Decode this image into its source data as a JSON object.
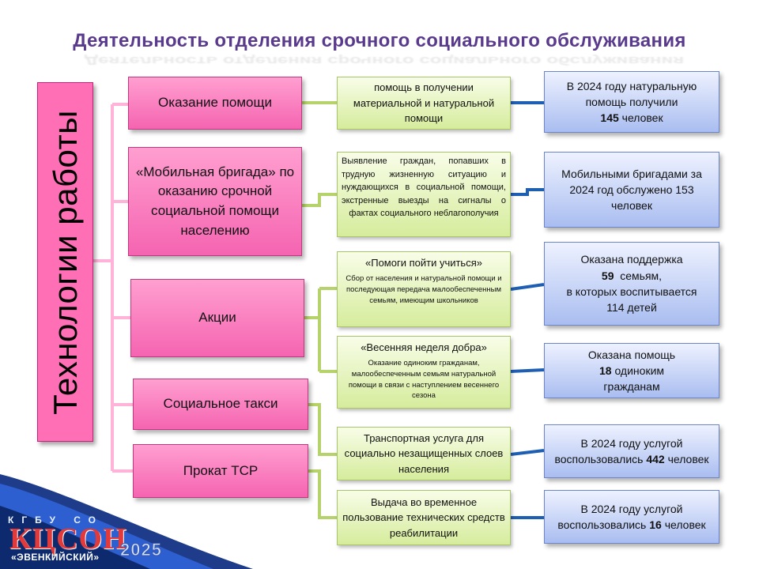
{
  "title": "Деятельность отделения срочного социального обслуживания",
  "vertical_label": "Технологии работы",
  "categories": [
    {
      "label": "Оказание помощи"
    },
    {
      "label": "«Мобильная бригада» по оказанию срочной социальной помощи населению"
    },
    {
      "label": "Акции"
    },
    {
      "label": "Социальное такси"
    },
    {
      "label": "Прокат ТСР"
    }
  ],
  "details": {
    "help": "помощь в получении материальной и натуральной помощи",
    "mobile": "Выявление граждан, попавших в трудную жизненную ситуацию и нуждающихся в социальной помощи, экстренные выезды на сигналы о фактах социального неблагополучия",
    "action1_title": "«Помоги пойти учиться»",
    "action1_text": "Сбор от населения и натуральной помощи и последующая передача малообеспеченным семьям, имеющим школьников",
    "action2_title": "«Весенняя неделя добра»",
    "action2_text": "Оказание одиноким гражданам, малообеспеченным семьям натуральной помощи в связи с наступлением весеннего сезона",
    "taxi": "Транспортная услуга для социально незащищенных слоев населения",
    "rental": "Выдача во временное пользование технических средств реабилитации"
  },
  "results": {
    "r1_line1": "В 2024 году натуральную помощь получили",
    "r1_num": "145",
    "r1_line2": "человек",
    "r2": "Мобильными бригадами за 2024 год обслужено 153 человек",
    "r3_line1": "Оказана поддержка",
    "r3_num": "59",
    "r3_line2": "семьям,",
    "r3_line3": "в которых воспитывается",
    "r3_line4": "114 детей",
    "r4_line1": "Оказана помощь",
    "r4_num": "18",
    "r4_line2": "одиноким",
    "r4_line3": "гражданам",
    "r5_line1": "В 2024 году услугой воспользовались",
    "r5_num": "442",
    "r5_line2": "человек",
    "r6_line1": "В 2024 году услугой воспользовались",
    "r6_num": "16",
    "r6_line2": "человек"
  },
  "logo": {
    "top": "КГБУ СО",
    "main": "КЦСОН",
    "sub": "«ЭВЕНКИЙСКИЙ»",
    "year": "2025"
  },
  "colors": {
    "pink": "#f564b1",
    "green": "#d6ec9c",
    "blue": "#a9bdf0",
    "title": "#5a3a8c",
    "connector_pink": "#ffb3d9",
    "connector_green": "#b5d36a",
    "connector_blue": "#1f5fb3"
  }
}
